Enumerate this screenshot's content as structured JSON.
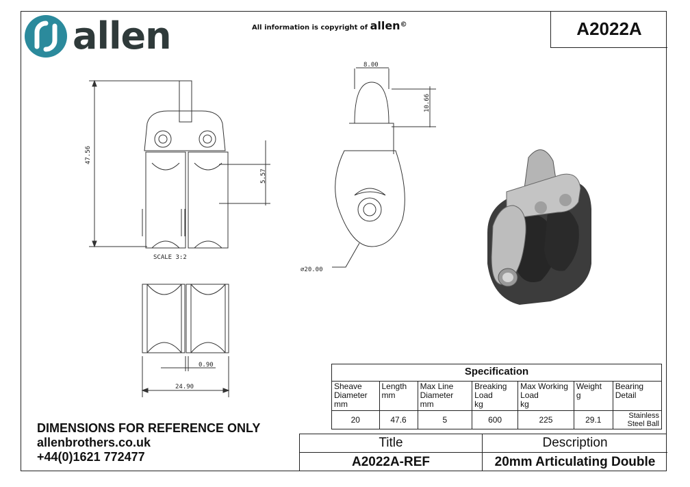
{
  "header": {
    "brand_name": "allen",
    "copyright_text": "All information is copyright of",
    "copyright_brand": "allen",
    "copyright_symbol": "©",
    "part_number": "A2022A"
  },
  "drawing": {
    "dim_length": "47.56",
    "dim_sheave_offset": "5.57",
    "scale_label": "SCALE 3:2",
    "dim_top_width": "8.00",
    "dim_top_height": "10.66",
    "dim_diameter": "⌀20.00",
    "dim_gap": "0.90",
    "dim_width": "24.90"
  },
  "specification": {
    "caption": "Specification",
    "headers": [
      [
        "Sheave",
        "Diameter",
        "mm"
      ],
      [
        "Length",
        "mm"
      ],
      [
        "Max Line",
        "Diameter",
        "mm"
      ],
      [
        "Breaking",
        "Load",
        "kg"
      ],
      [
        "Max Working",
        "Load",
        "kg"
      ],
      [
        "Weight",
        "g"
      ],
      [
        "Bearing",
        "Detail"
      ]
    ],
    "values": [
      "20",
      "47.6",
      "5",
      "600",
      "225",
      "29.1",
      [
        "Stainless",
        "Steel Ball"
      ]
    ]
  },
  "reference": {
    "disclaimer": "DIMENSIONS FOR REFERENCE ONLY",
    "website": "allenbrothers.co.uk",
    "phone": "+44(0)1621 772477"
  },
  "title_block": {
    "title_header": "Title",
    "description_header": "Description",
    "title_value": "A2022A-REF",
    "description_value": "20mm Articulating Double"
  },
  "colors": {
    "logo_teal": "#2b8a9c",
    "logo_text": "#2f3a3a",
    "line": "#222222",
    "block_dark": "#3a3a3a",
    "metal": "#b8b8b8"
  }
}
